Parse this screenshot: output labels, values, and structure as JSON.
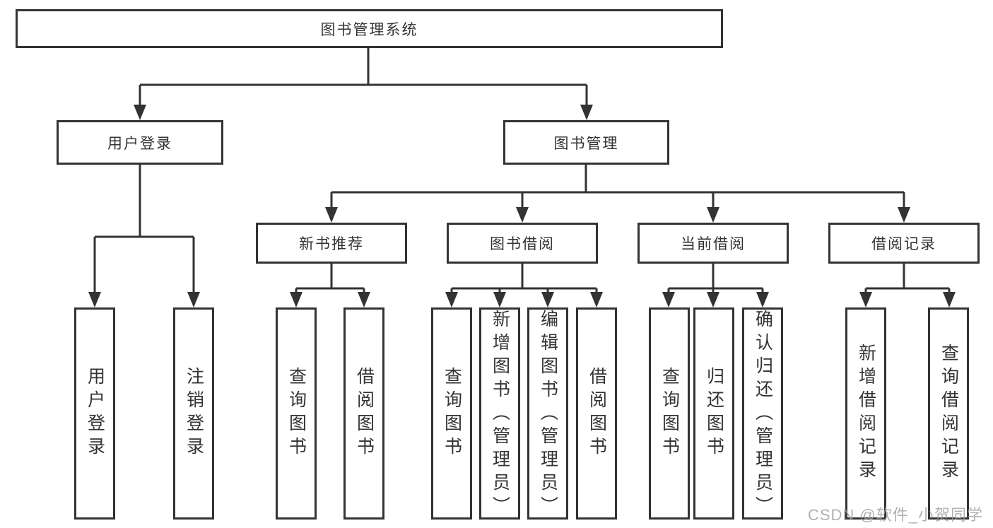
{
  "tree": {
    "root": {
      "label": "图书管理系统",
      "children": [
        {
          "label": "用户登录",
          "children": [
            {
              "label": "用户登录"
            },
            {
              "label": "注销登录"
            }
          ]
        },
        {
          "label": "图书管理",
          "children": [
            {
              "label": "新书推荐",
              "children": [
                {
                  "label": "查询图书"
                },
                {
                  "label": "借阅图书"
                }
              ]
            },
            {
              "label": "图书借阅",
              "children": [
                {
                  "label": "查询图书"
                },
                {
                  "label": "新增图书（管理员）"
                },
                {
                  "label": "编辑图书（管理员）"
                },
                {
                  "label": "借阅图书"
                }
              ]
            },
            {
              "label": "当前借阅",
              "children": [
                {
                  "label": "查询图书"
                },
                {
                  "label": "归还图书"
                },
                {
                  "label": "确认归还（管理员）"
                }
              ]
            },
            {
              "label": "借阅记录",
              "children": [
                {
                  "label": "新增借阅记录"
                },
                {
                  "label": "查询借阅记录"
                }
              ]
            }
          ]
        }
      ]
    }
  },
  "watermark": {
    "text": "CSDN @软件_小贺同学"
  },
  "colors": {
    "line": "#333333",
    "box_border": "#333333",
    "box_fill": "#ffffff",
    "text": "#333333",
    "watermark": "#9e9e9e"
  }
}
